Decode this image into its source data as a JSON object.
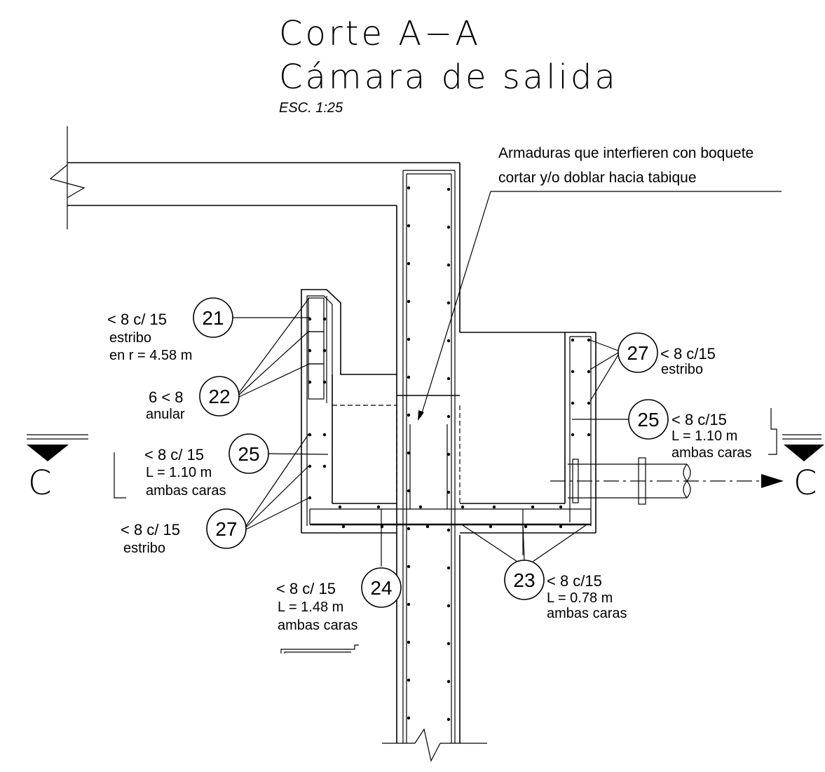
{
  "title": {
    "line1": "Corte A−A",
    "line2": "Cámara de salida",
    "scale": "ESC. 1:25"
  },
  "note": {
    "line1": "Armaduras que interfieren con boquete",
    "line2": "cortar y/o doblar hacia tabique"
  },
  "callouts": {
    "c21": {
      "number": "21",
      "line1": "< 8 c/ 15",
      "line2": "estribo",
      "line3": "en r = 4.58 m"
    },
    "c22": {
      "number": "22",
      "line1": "6 < 8",
      "line2": "anular"
    },
    "c25_left": {
      "number": "25",
      "line1": "< 8 c/ 15",
      "line2": "L = 1.10 m",
      "line3": "ambas caras"
    },
    "c27_left": {
      "number": "27",
      "line1": "< 8 c/ 15",
      "line2": "estribo"
    },
    "c24": {
      "number": "24",
      "line1": "< 8 c/ 15",
      "line2": "L = 1.48 m",
      "line3": "ambas caras"
    },
    "c23": {
      "number": "23",
      "line1": "< 8 c/15",
      "line2": "L = 0.78 m",
      "line3": "ambas caras"
    },
    "c27_right": {
      "number": "27",
      "line1": "< 8 c/15",
      "line2": "estribo"
    },
    "c25_right": {
      "number": "25",
      "line1": "< 8 c/15",
      "line2": "L = 1.10 m",
      "line3": "ambas caras"
    }
  },
  "section_marks": {
    "left_letter": "C",
    "right_letter": "C"
  }
}
